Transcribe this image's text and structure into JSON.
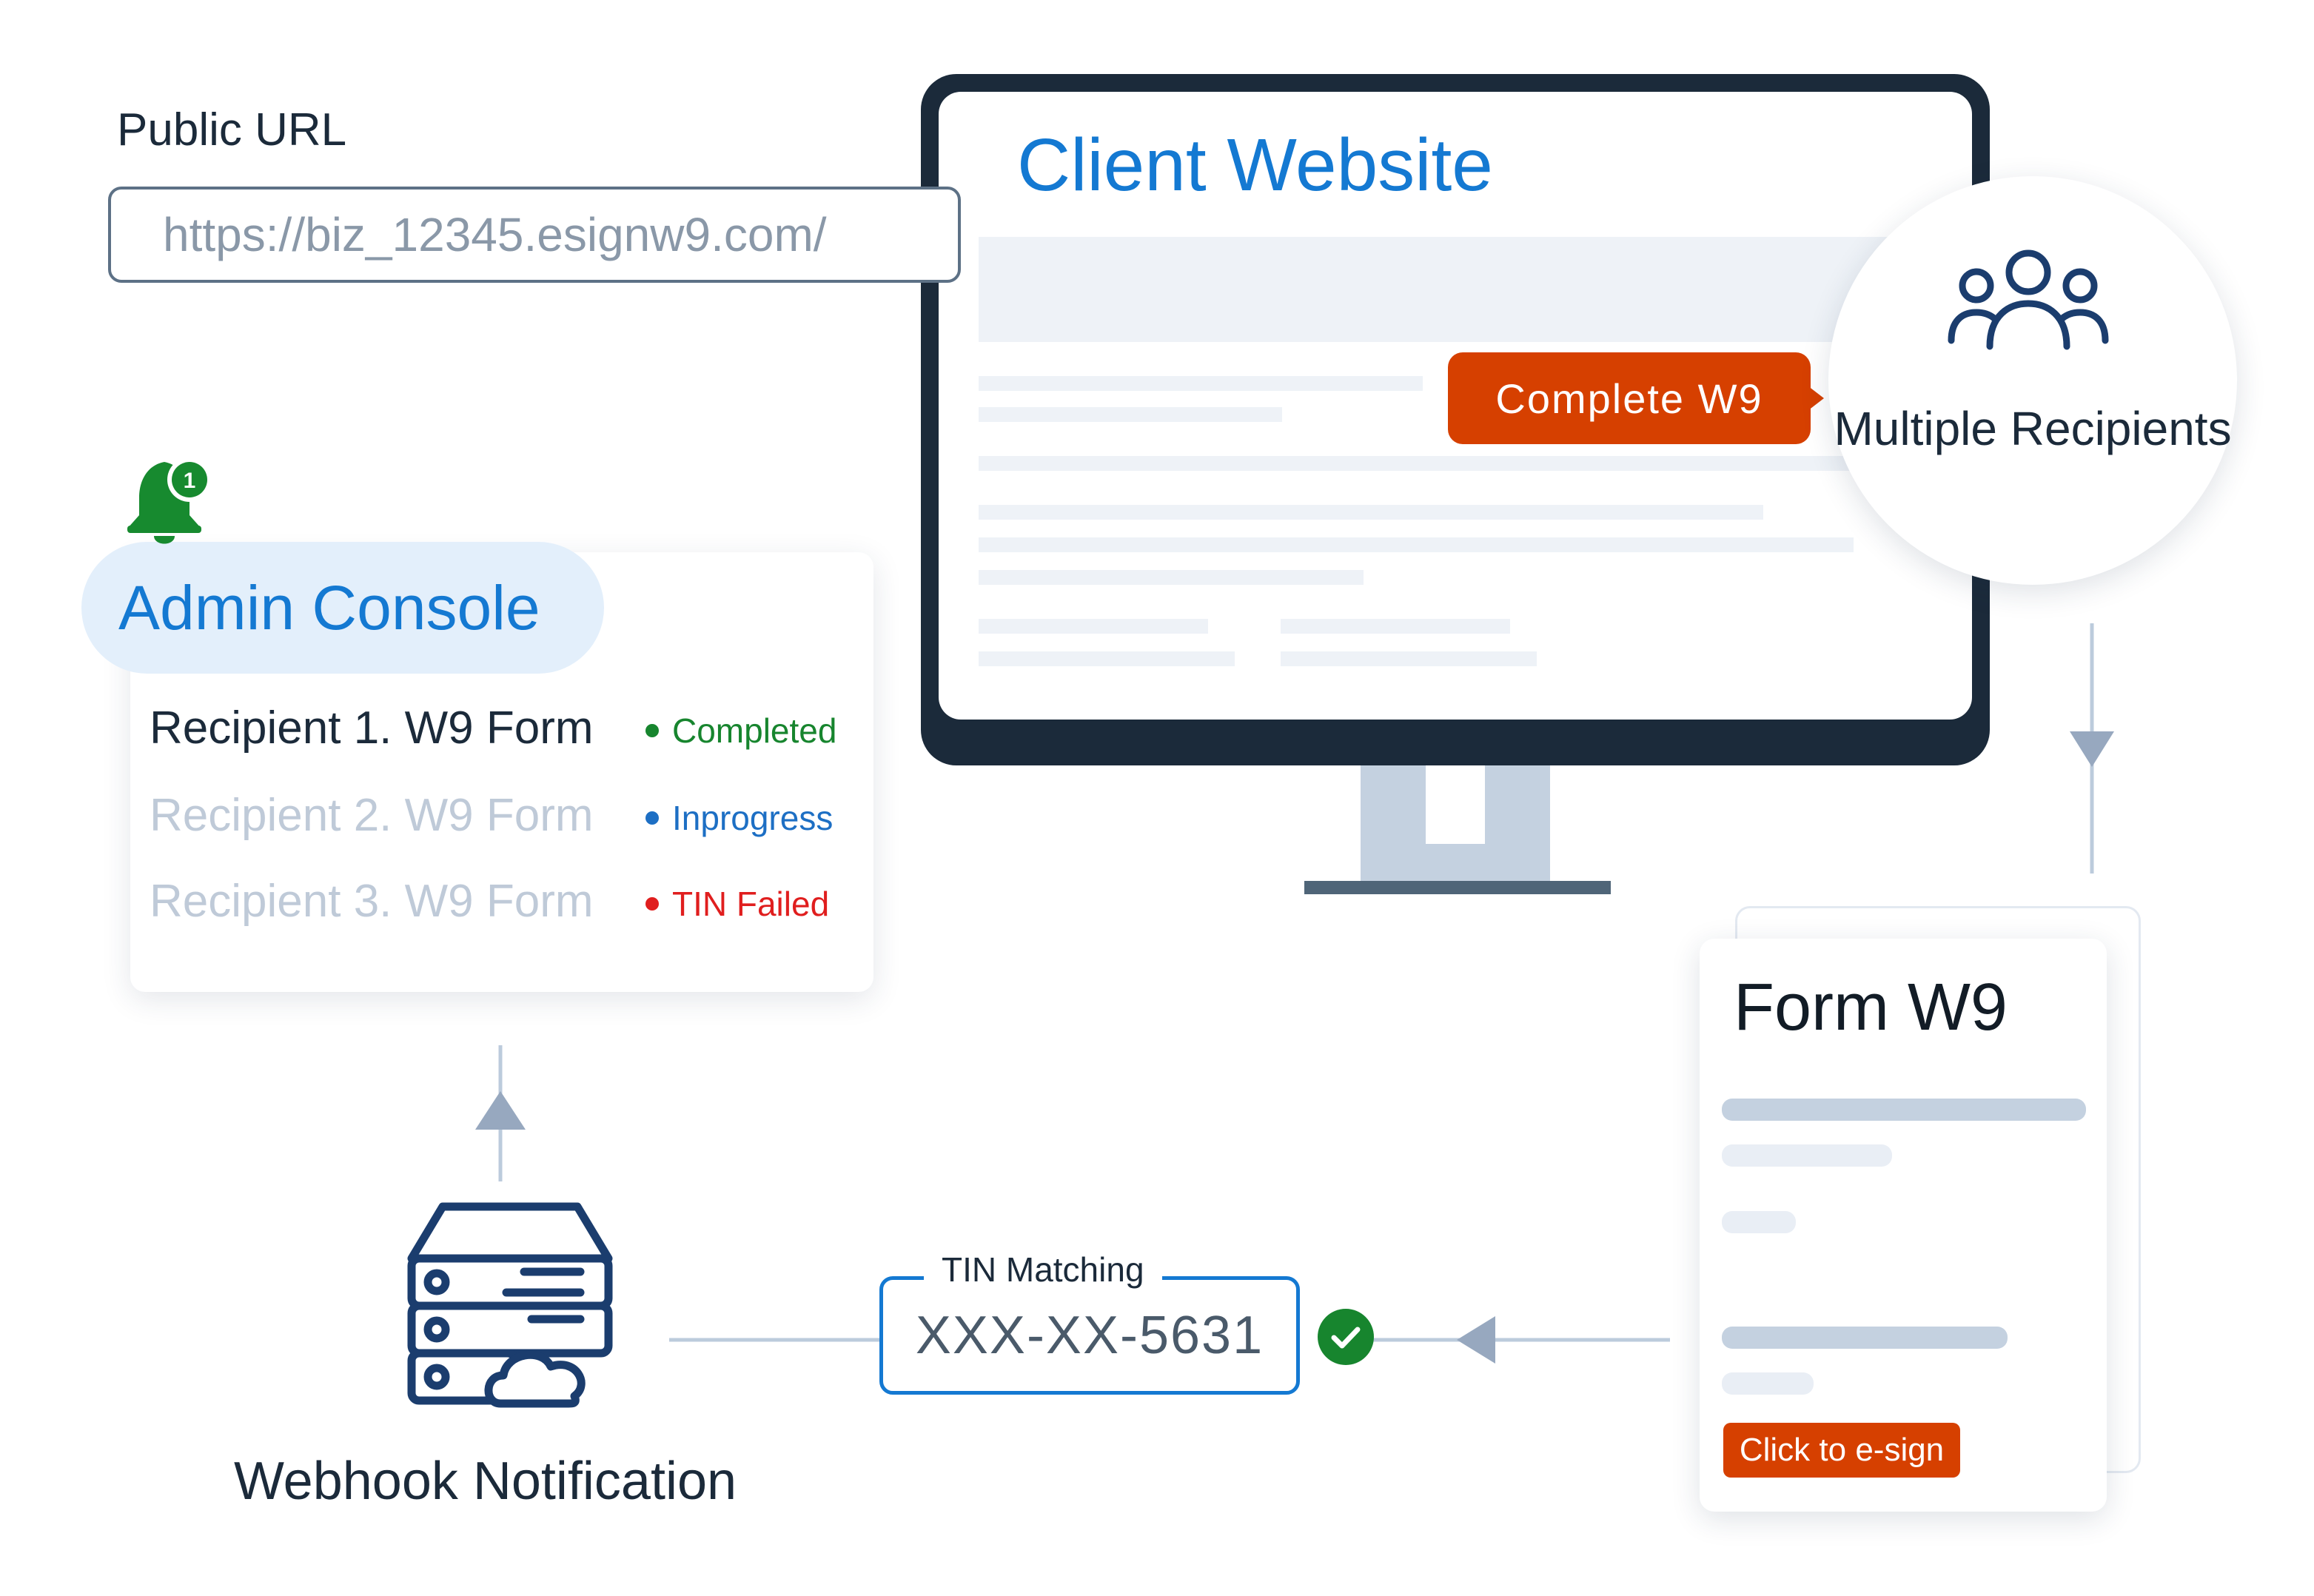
{
  "public_url": {
    "label": "Public URL",
    "value": "https://biz_12345.esignw9.com/"
  },
  "client_site": {
    "title": "Client Website",
    "cta_label": "Complete W9"
  },
  "recipients": {
    "label": "Multiple Recipients",
    "icon": "group-users-icon"
  },
  "admin_console": {
    "title": "Admin Console",
    "notification_count": "1",
    "rows": [
      {
        "label": "Recipient 1. W9 Form",
        "status": "Completed",
        "color": "#17852e"
      },
      {
        "label": "Recipient 2. W9 Form",
        "status": "Inprogress",
        "color": "#1d6fc4"
      },
      {
        "label": "Recipient 3. W9 Form",
        "status": "TIN Failed",
        "color": "#e01e1e"
      }
    ]
  },
  "form": {
    "title": "Form W9",
    "esign_label": "Click to e-sign"
  },
  "tin": {
    "label": "TIN Matching",
    "value": "XXX-XX-5631"
  },
  "webhook": {
    "label": "Webhook Notification",
    "icon": "server-cloud-icon"
  },
  "colors": {
    "accent_blue": "#1479d2",
    "cta_orange": "#d64000",
    "dark": "#1b2a3a",
    "success_green": "#17852e"
  }
}
